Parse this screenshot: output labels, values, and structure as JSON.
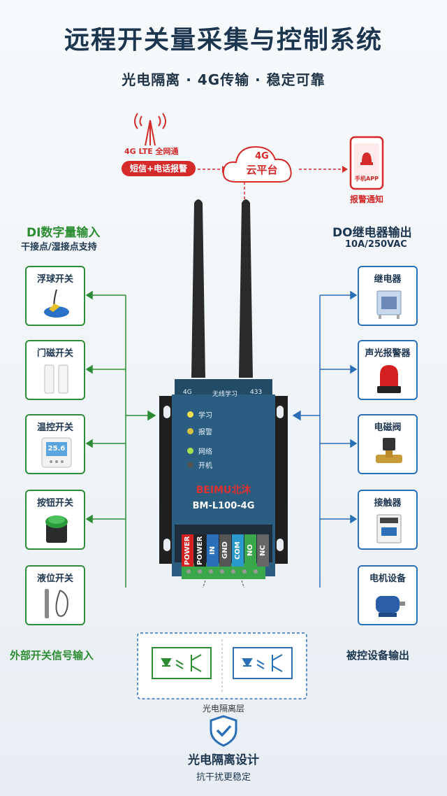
{
  "header": {
    "title": "远程开关量采集与控制系统",
    "subtitle": "光电隔离 · 4G传输 · 稳定可靠"
  },
  "network": {
    "lte_label": "4G LTE 全网通",
    "sms_badge": "短信+电话报警",
    "cloud_line1": "4G",
    "cloud_line2": "云平台",
    "phone_label": "手机APP",
    "alarm_notice": "报警通知"
  },
  "left": {
    "title": "DI数字量输入",
    "subtitle": "干接点/湿接点支持",
    "footer": "外部开关信号输入",
    "items": [
      {
        "label": "浮球开关",
        "icon": "float-switch-icon"
      },
      {
        "label": "门磁开关",
        "icon": "door-sensor-icon"
      },
      {
        "label": "温控开关",
        "icon": "thermostat-icon"
      },
      {
        "label": "按钮开关",
        "icon": "push-button-icon"
      },
      {
        "label": "液位开关",
        "icon": "level-probe-icon"
      }
    ]
  },
  "right": {
    "title": "DO继电器输出",
    "subtitle": "10A/250VAC",
    "footer": "被控设备输出",
    "items": [
      {
        "label": "继电器",
        "icon": "relay-icon"
      },
      {
        "label": "声光报警器",
        "icon": "alarm-light-icon"
      },
      {
        "label": "电磁阀",
        "icon": "solenoid-valve-icon"
      },
      {
        "label": "接触器",
        "icon": "contactor-icon"
      },
      {
        "label": "电机设备",
        "icon": "motor-icon"
      }
    ]
  },
  "device": {
    "ant_left": "4G",
    "ant_mid": "无线学习",
    "ant_right": "433",
    "leds": [
      "学习",
      "报警",
      "网络",
      "开机"
    ],
    "brand": "BEIMU北沐",
    "model": "BM-L100-4G",
    "thermo_reading": "25.6",
    "terminals": [
      "POWER",
      "POWER",
      "IN",
      "GND",
      "COM",
      "NO",
      "NC"
    ]
  },
  "isolation": {
    "layer_label": "光电隔离层",
    "title": "光电隔离设计",
    "subtitle": "抗干扰更稳定"
  },
  "colors": {
    "green": "#2c8c32",
    "blue": "#2a6fb8",
    "red": "#d42a2a",
    "navy": "#1d3650",
    "device": "#2b5d80"
  }
}
